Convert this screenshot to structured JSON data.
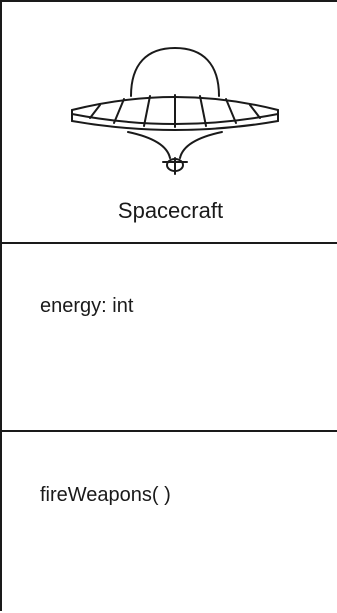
{
  "class_box": {
    "name": "Spacecraft",
    "icon": "flying-saucer-icon",
    "attributes": [
      "energy: int"
    ],
    "operations": [
      "fireWeapons( )"
    ]
  },
  "colors": {
    "line": "#1a1a1a",
    "background": "#ffffff"
  }
}
